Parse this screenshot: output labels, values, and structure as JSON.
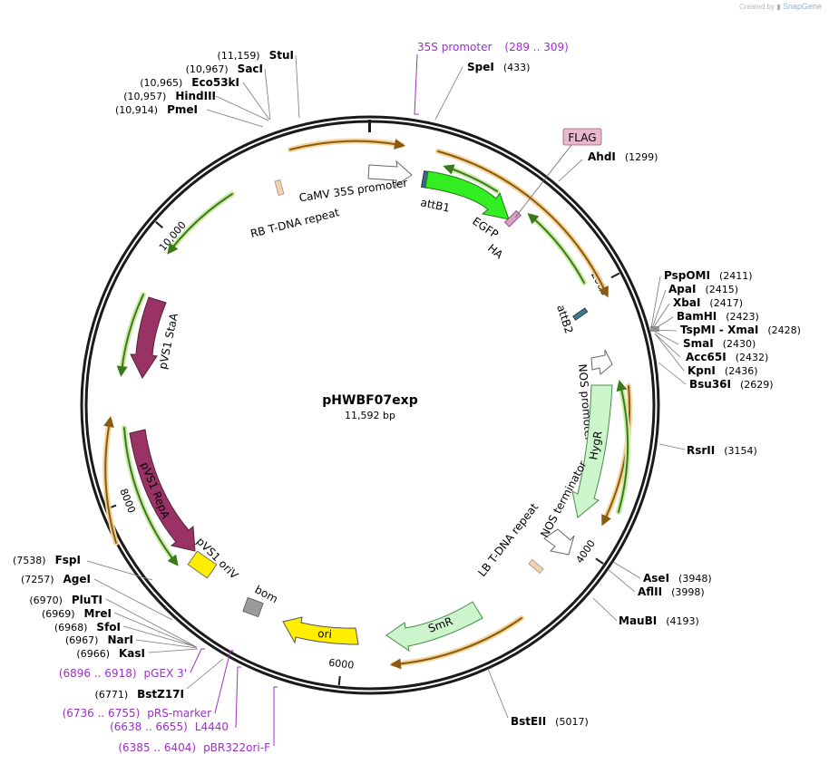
{
  "credit": {
    "prefix": "Created by",
    "brand": "SnapGene"
  },
  "plasmid": {
    "name": "pHWBF07exp",
    "size": "11,592 bp",
    "length": 11592
  },
  "ticks": [
    {
      "pos": 2000,
      "label": "2000"
    },
    {
      "pos": 4000,
      "label": "4000"
    },
    {
      "pos": 6000,
      "label": "6000"
    },
    {
      "pos": 8000,
      "label": "8000"
    },
    {
      "pos": 10000,
      "label": "10,000"
    }
  ],
  "sites_right": [
    {
      "name": "SpeI",
      "pos": "(433)"
    },
    {
      "name": "AhdI",
      "pos": "(1299)"
    },
    {
      "name": "PspOMI",
      "pos": "(2411)"
    },
    {
      "name": "ApaI",
      "pos": "(2415)"
    },
    {
      "name": "XbaI",
      "pos": "(2417)"
    },
    {
      "name": "BamHI",
      "pos": "(2423)"
    },
    {
      "name": "TspMI - XmaI",
      "pos": "(2428)"
    },
    {
      "name": "SmaI",
      "pos": "(2430)"
    },
    {
      "name": "Acc65I",
      "pos": "(2432)"
    },
    {
      "name": "KpnI",
      "pos": "(2436)"
    },
    {
      "name": "Bsu36I",
      "pos": "(2629)"
    },
    {
      "name": "RsrII",
      "pos": "(3154)"
    },
    {
      "name": "AseI",
      "pos": "(3948)"
    },
    {
      "name": "AflII",
      "pos": "(3998)"
    },
    {
      "name": "MauBI",
      "pos": "(4193)"
    },
    {
      "name": "BstEII",
      "pos": "(5017)"
    }
  ],
  "sites_left": [
    {
      "name": "StuI",
      "pos": "(11,159)"
    },
    {
      "name": "SacI",
      "pos": "(10,967)"
    },
    {
      "name": "Eco53kI",
      "pos": "(10,965)"
    },
    {
      "name": "HindIII",
      "pos": "(10,957)"
    },
    {
      "name": "PmeI",
      "pos": "(10,914)"
    },
    {
      "name": "FspI",
      "pos": "(7538)"
    },
    {
      "name": "AgeI",
      "pos": "(7257)"
    },
    {
      "name": "PluTI",
      "pos": "(6970)"
    },
    {
      "name": "MreI",
      "pos": "(6969)"
    },
    {
      "name": "SfoI",
      "pos": "(6968)"
    },
    {
      "name": "NarI",
      "pos": "(6967)"
    },
    {
      "name": "KasI",
      "pos": "(6966)"
    },
    {
      "name": "BstZ17I",
      "pos": "(6771)"
    }
  ],
  "primers": [
    {
      "name": "35S promoter",
      "pos": "(289 .. 309)"
    },
    {
      "name": "pGEX 3'",
      "pos": "(6896 .. 6918)"
    },
    {
      "name": "pRS-marker",
      "pos": "(6736 .. 6755)"
    },
    {
      "name": "L4440",
      "pos": "(6638 .. 6655)"
    },
    {
      "name": "pBR322ori-F",
      "pos": "(6385 .. 6404)"
    }
  ],
  "features": {
    "camv": "CaMV 35S promoter",
    "rb": "RB T-DNA repeat",
    "attb1": "attB1",
    "egfp": "EGFP",
    "ha": "HA",
    "flag": "FLAG",
    "attb2": "attB2",
    "nos_promoter": "NOS promoter",
    "hygr": "HygR",
    "nos_terminator": "NOS terminator",
    "lb": "LB T-DNA repeat",
    "smr": "SmR",
    "ori": "ori",
    "bom": "bom",
    "pvs1_oriv": "pVS1 oriV",
    "pvs1_repa": "pVS1 RepA",
    "pvs1_staa": "pVS1 StaA"
  },
  "colors": {
    "backbone": "#1a1a1a",
    "orange_arc": "#e8a13a",
    "green_arc": "#5a9a2a",
    "egfp": "#33ee22",
    "hygr": "#ccf5cc",
    "smr": "#ccf5cc",
    "ori": "#ffee00",
    "oriv": "#ffee00",
    "repa": "#993366",
    "staa": "#993366",
    "bom": "#9a9a9a",
    "ha": "#d8a0c8",
    "flag": "#e8b8cc",
    "primer": "#9b30c8"
  }
}
